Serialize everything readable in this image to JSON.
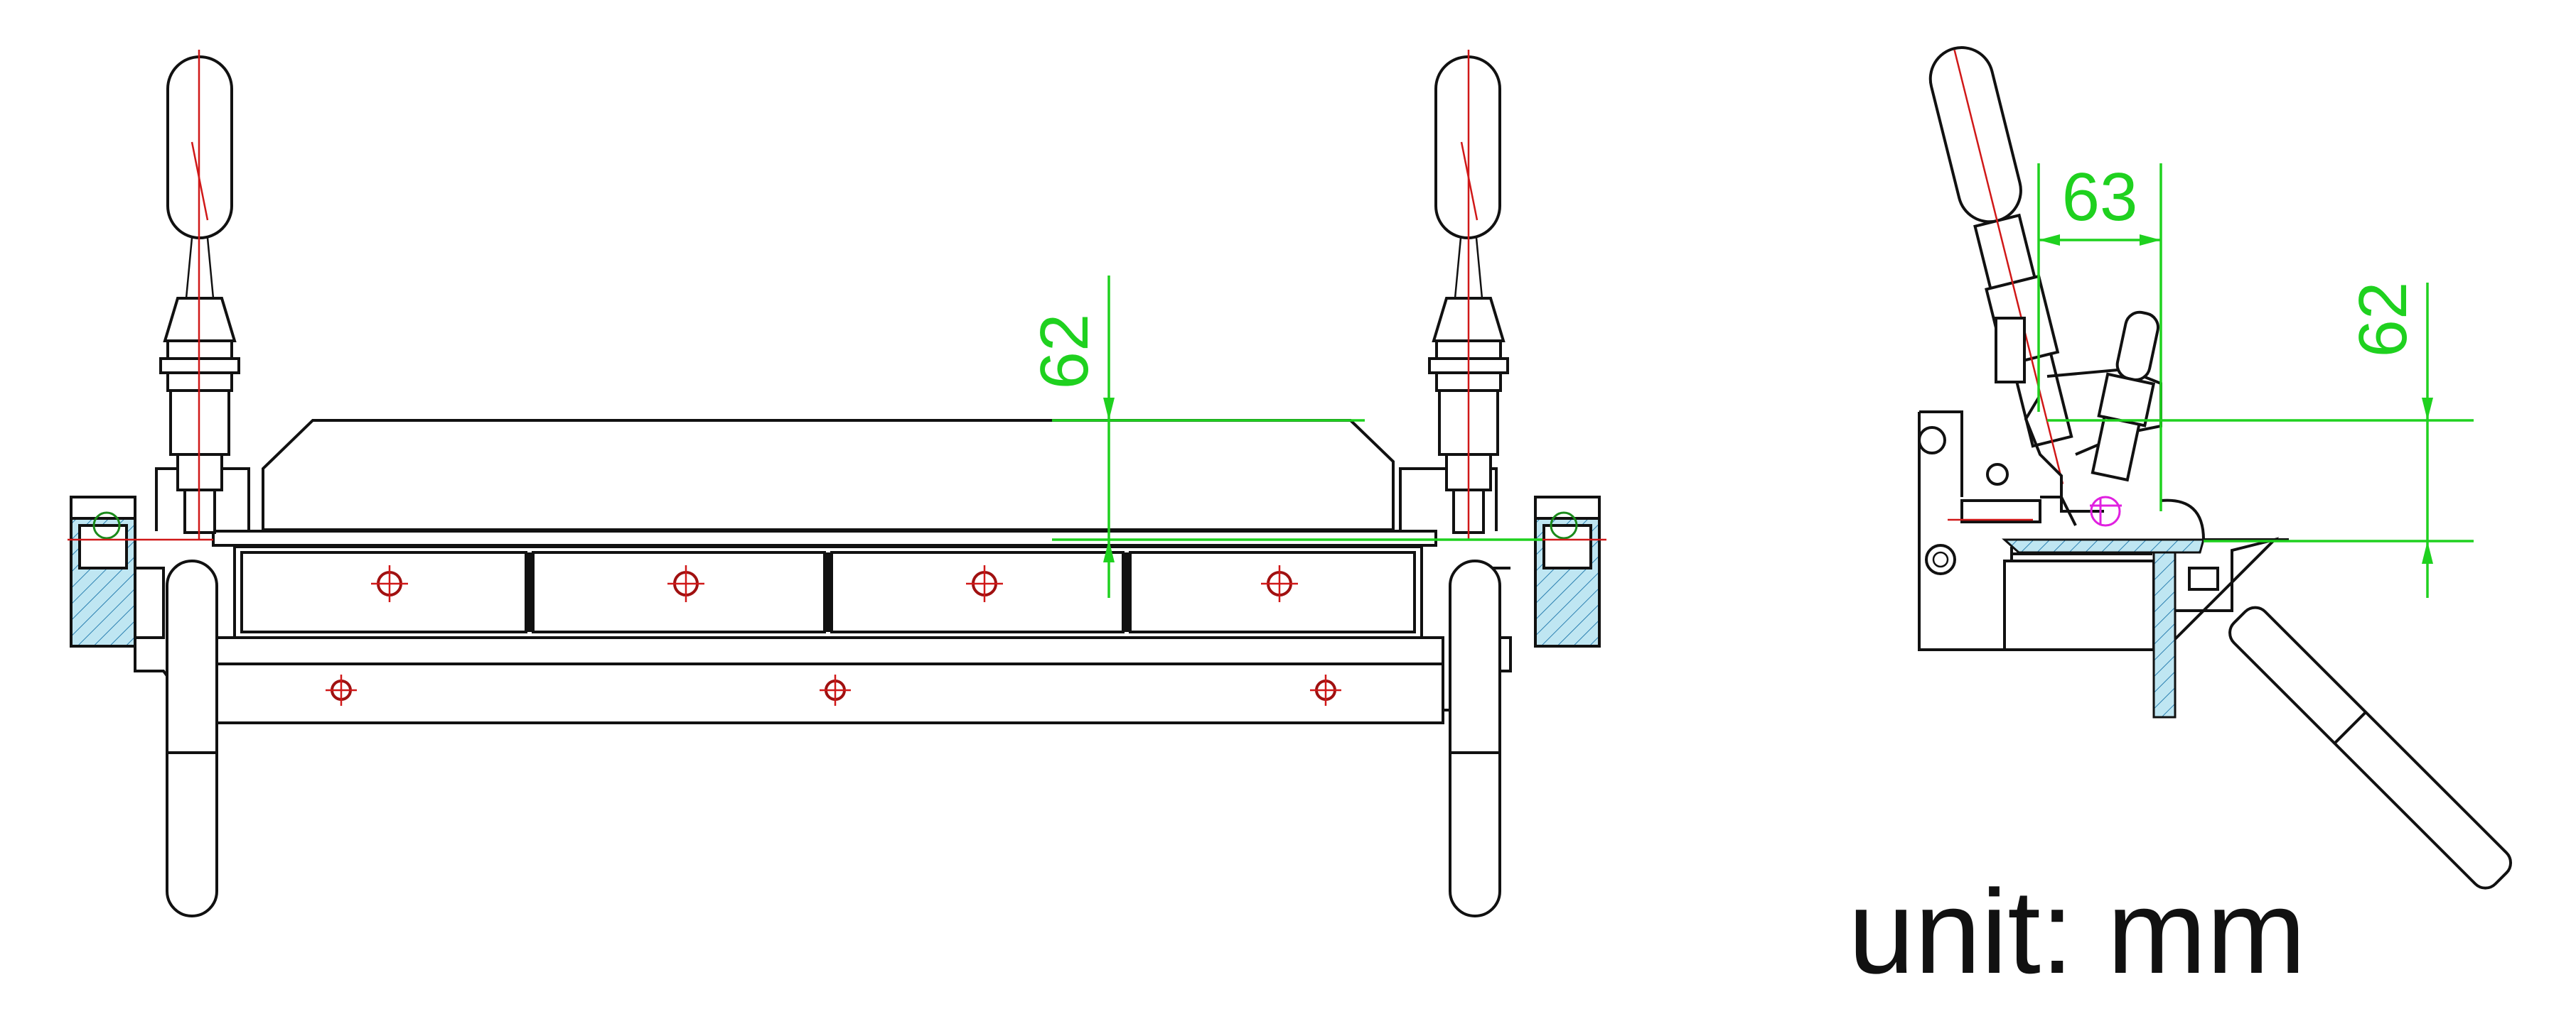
{
  "drawing": {
    "front_view": {
      "dimension_height": "62"
    },
    "side_view": {
      "dimension_width": "63",
      "dimension_height": "62"
    },
    "unit_label": "unit: mm",
    "colors": {
      "outline": "#111111",
      "centerline": "#d01818",
      "dimension": "#1fd11f",
      "section_hatch": "#bfe6f2",
      "marker": "#e020e0"
    }
  }
}
